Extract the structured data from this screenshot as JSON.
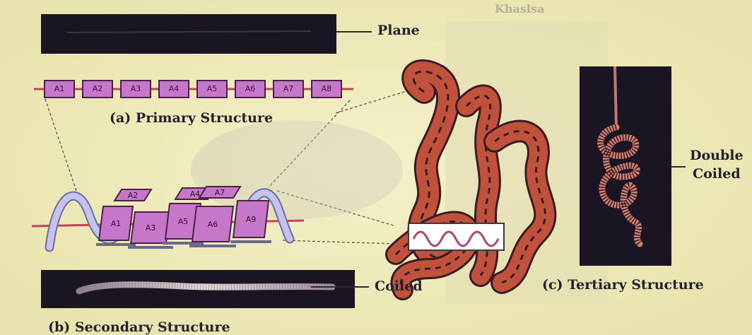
{
  "labels": {
    "plane": "Plane",
    "primary": "(a) Primary Structure",
    "coiled": "Coiled",
    "secondary": "(b) Secondary Structure",
    "tertiary": "(c) Tertiary Structure",
    "double_coiled_line1": "Double",
    "double_coiled_line2": "Coiled",
    "faint_header": "Khaslsa"
  },
  "primary_chain": [
    "A1",
    "A2",
    "A3",
    "A4",
    "A5",
    "A6",
    "A7",
    "A8"
  ],
  "helix_blocks": [
    "A2",
    "A1",
    "A3",
    "A4",
    "A5",
    "A6",
    "A7",
    "A9"
  ],
  "colors": {
    "background": "#eeeab8",
    "dark_band": "#1b1423",
    "block_fill": "#c777c9",
    "chain_line": "#c2445a",
    "ribbon": "#b9b9e4",
    "coil_body": "#c0523c",
    "coil_stripe": "#3b1a26"
  }
}
